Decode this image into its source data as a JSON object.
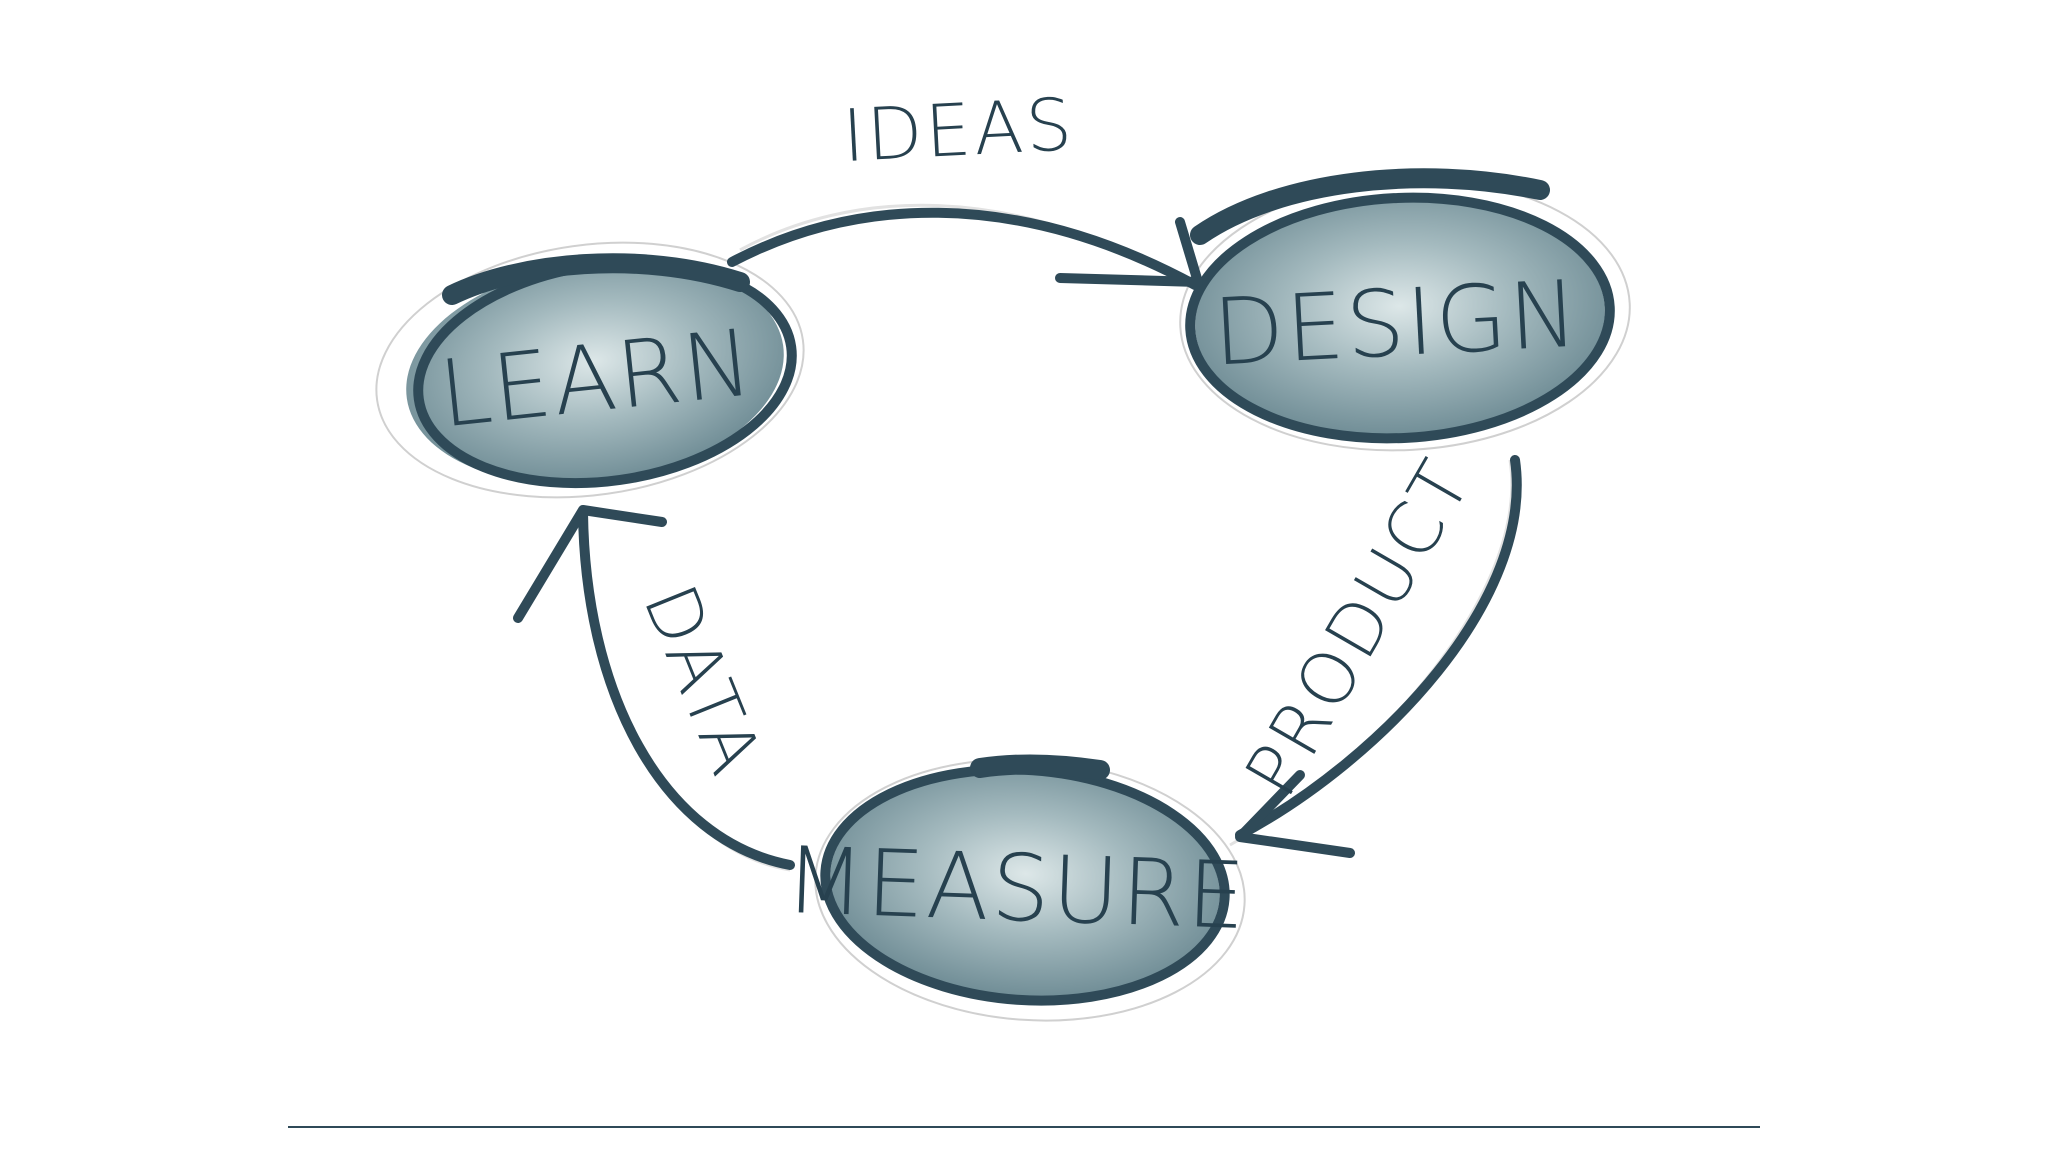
{
  "diagram": {
    "type": "cycle",
    "colors": {
      "stroke": "#2f4a58",
      "fill_dark": "#5f7f89",
      "fill_light": "#dbe6e7",
      "sketch": "#cfcfcf"
    },
    "nodes": [
      {
        "id": "learn",
        "label": "LEARN"
      },
      {
        "id": "design",
        "label": "DESIGN"
      },
      {
        "id": "measure",
        "label": "MEASURE"
      }
    ],
    "edges": [
      {
        "from": "learn",
        "to": "design",
        "label": "IDEAS"
      },
      {
        "from": "design",
        "to": "measure",
        "label": "PRODUCT"
      },
      {
        "from": "measure",
        "to": "learn",
        "label": "DATA"
      }
    ]
  }
}
